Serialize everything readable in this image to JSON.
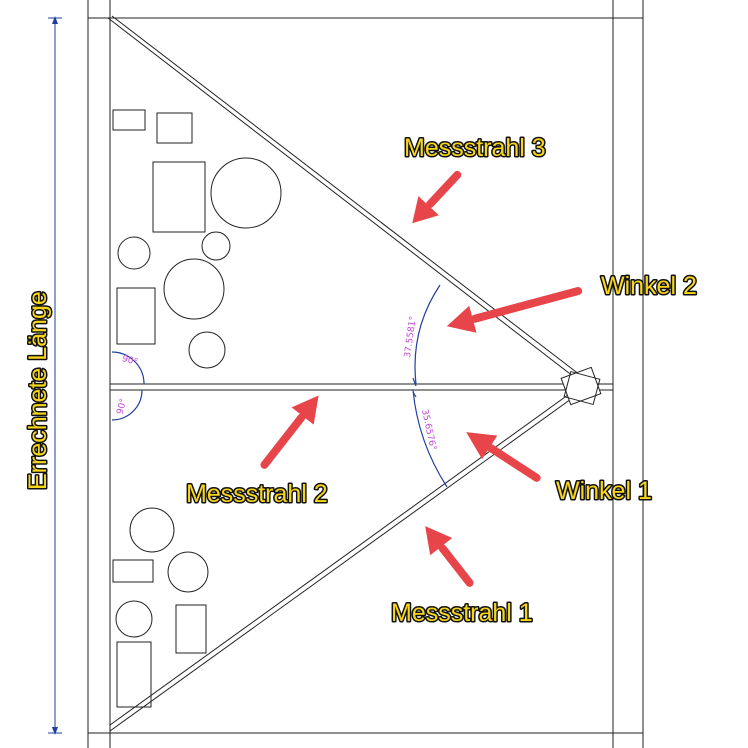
{
  "labels": {
    "errechnete_laenge": "Errechnete Länge",
    "messstrahl_1": "Messstrahl 1",
    "messstrahl_2": "Messstrahl 2",
    "messstrahl_3": "Messstrahl 3",
    "winkel_1": "Winkel 1",
    "winkel_2": "Winkel 2"
  },
  "angles": {
    "right_angle_top": "90°",
    "right_angle_bottom": "90°",
    "angle_upper": "37.5581°",
    "angle_lower": "35.6576°"
  },
  "colors": {
    "line": "#222222",
    "callout_fill": "#f7d61a",
    "callout_stroke": "#111111",
    "arrow": "#e8454a",
    "dimension": "#1f3f9e",
    "angle_text": "#c44ad9"
  }
}
